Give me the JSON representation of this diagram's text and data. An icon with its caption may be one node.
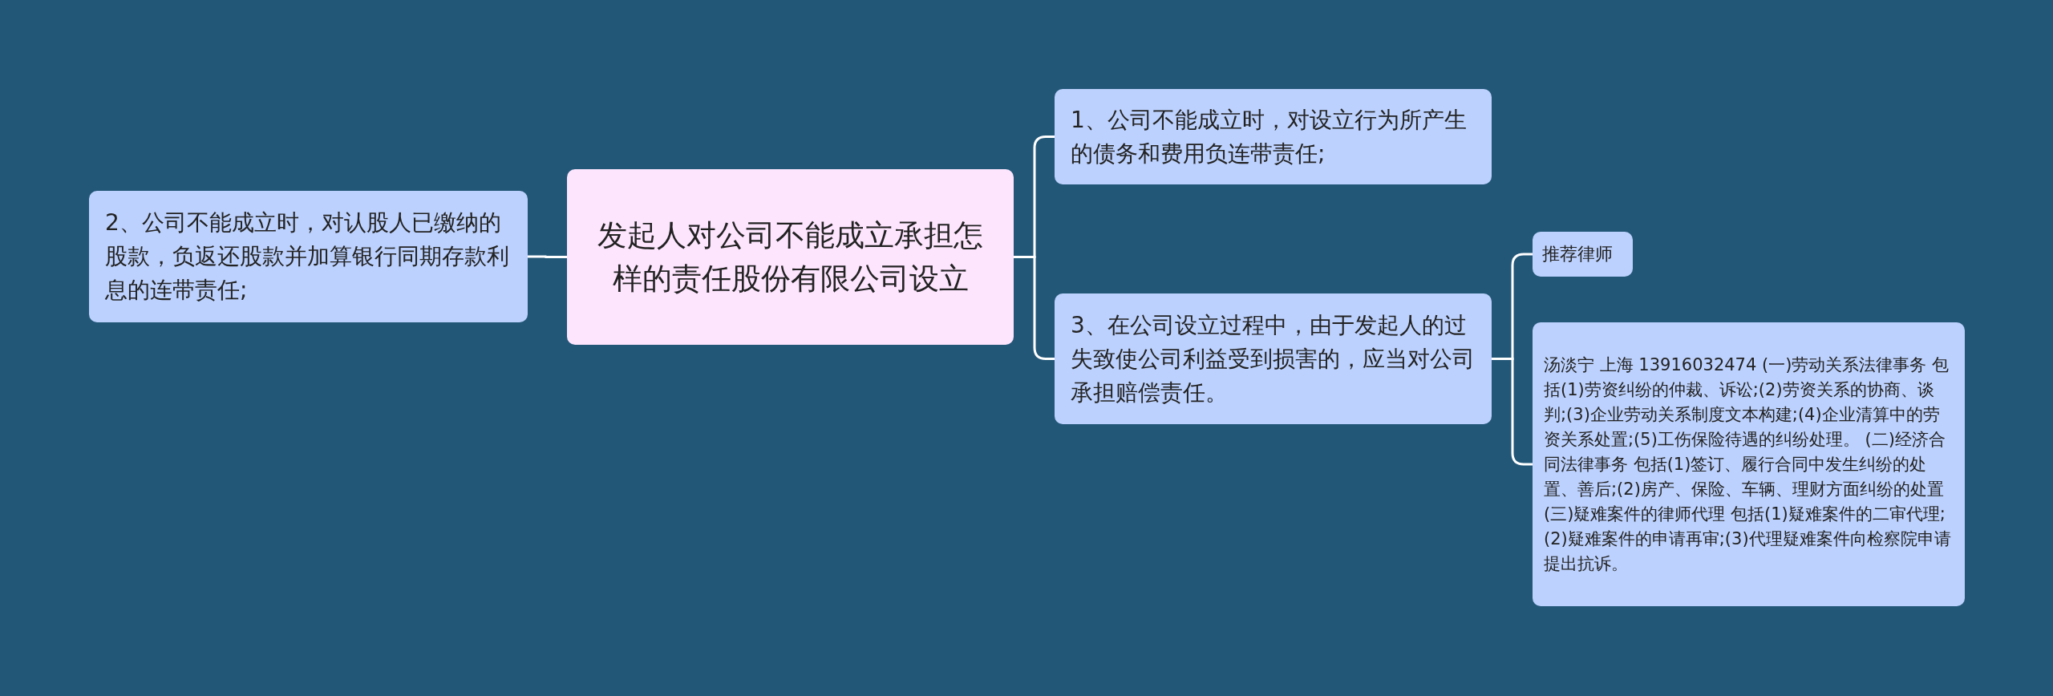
{
  "diagram": {
    "nodes": [
      {
        "text": [
          "发起人对公司不能成立承担怎样的责任股份有限公司设立"
        ]
      },
      {
        "text": [
          "1、公司不能成立时，对设立行为所产生的债务和费用负连带责任;"
        ]
      },
      {
        "text": [
          "2、公司不能成立时，对认股人已缴纳的股款，负返还股款并加算银行同期存款利息的连带责任;"
        ]
      },
      {
        "text": [
          "3、在公司设立过程中，由于发起人的过失致使公司利益受到损害的，应当对公司承担赔偿责任。"
        ]
      },
      {
        "text": [
          "推荐律师"
        ]
      },
      {
        "text": [
          "汤淡宁 上海 13916032474 (一)劳动关系法律事务 包括(1)劳资纠纷的仲裁、诉讼;(2)劳资关系的协商、谈判;(3)企业劳动关系制度文本构建;(4)企业清算中的劳资关系处置;(5)工伤保险待遇的纠纷处理。 (二)经济合同法律事务 包括(1)签订、履行合同中发生纠纷的处置、善后;(2)房产、保险、车辆、理财方面纠纷的处置 (三)疑难案件的律师代理 包括(1)疑难案件的二审代理;(2)疑难案件的申请再审;(3)代理疑难案件向检察院申请提出抗诉。"
        ]
      }
    ],
    "edges": [
      {
        "from": 0,
        "to": 1,
        "arrow": "none"
      },
      {
        "from": 0,
        "to": 2,
        "arrow": "none"
      },
      {
        "from": 0,
        "to": 3,
        "arrow": "none"
      },
      {
        "from": 3,
        "to": 4,
        "arrow": "none"
      },
      {
        "from": 3,
        "to": 5,
        "arrow": "none"
      }
    ]
  }
}
